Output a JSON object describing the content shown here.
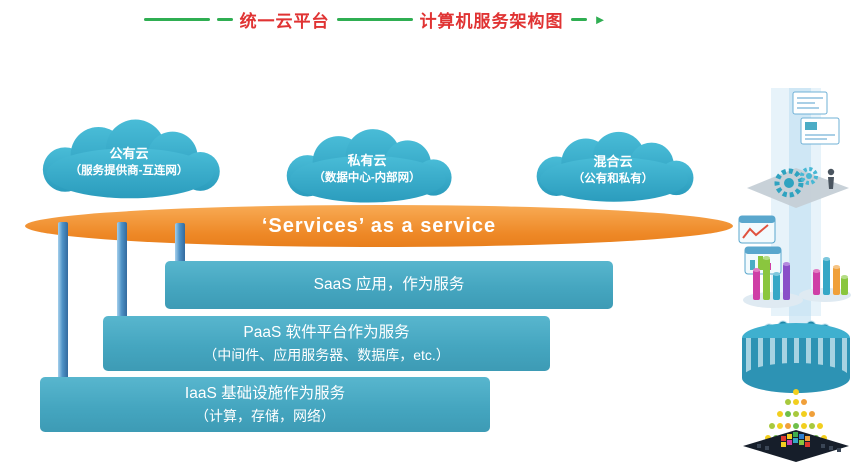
{
  "title": {
    "left_text": "统一云平台",
    "right_text": "计算机服务架构图",
    "arrow": "►",
    "text_color": "#e03333",
    "line_color": "#2fae52"
  },
  "clouds": [
    {
      "name": "公有云",
      "subtitle": "（服务提供商-互连网）"
    },
    {
      "name": "私有云",
      "subtitle": "（数据中心-内部网）"
    },
    {
      "name": "混合云",
      "subtitle": "（公有和私有）"
    }
  ],
  "banner": {
    "text": "‘Services’ as a service"
  },
  "layers": [
    {
      "title": "SaaS 应用，作为服务",
      "subtitle": ""
    },
    {
      "title": "PaaS 软件平台作为服务",
      "subtitle": "（中间件、应用服务器、数据库，etc.）"
    },
    {
      "title": "IaaS 基础设施作为服务",
      "subtitle": "（计算，存储，网络）"
    }
  ],
  "colors": {
    "cloud": "#38aecb",
    "layer_box": "#45a6c0",
    "banner": "#ee8826",
    "pillar": "#4e92c6",
    "title_red": "#e03333",
    "accent_green": "#2fae52"
  },
  "icons": {
    "illustration": "cloud-computing-stack-illustration"
  }
}
